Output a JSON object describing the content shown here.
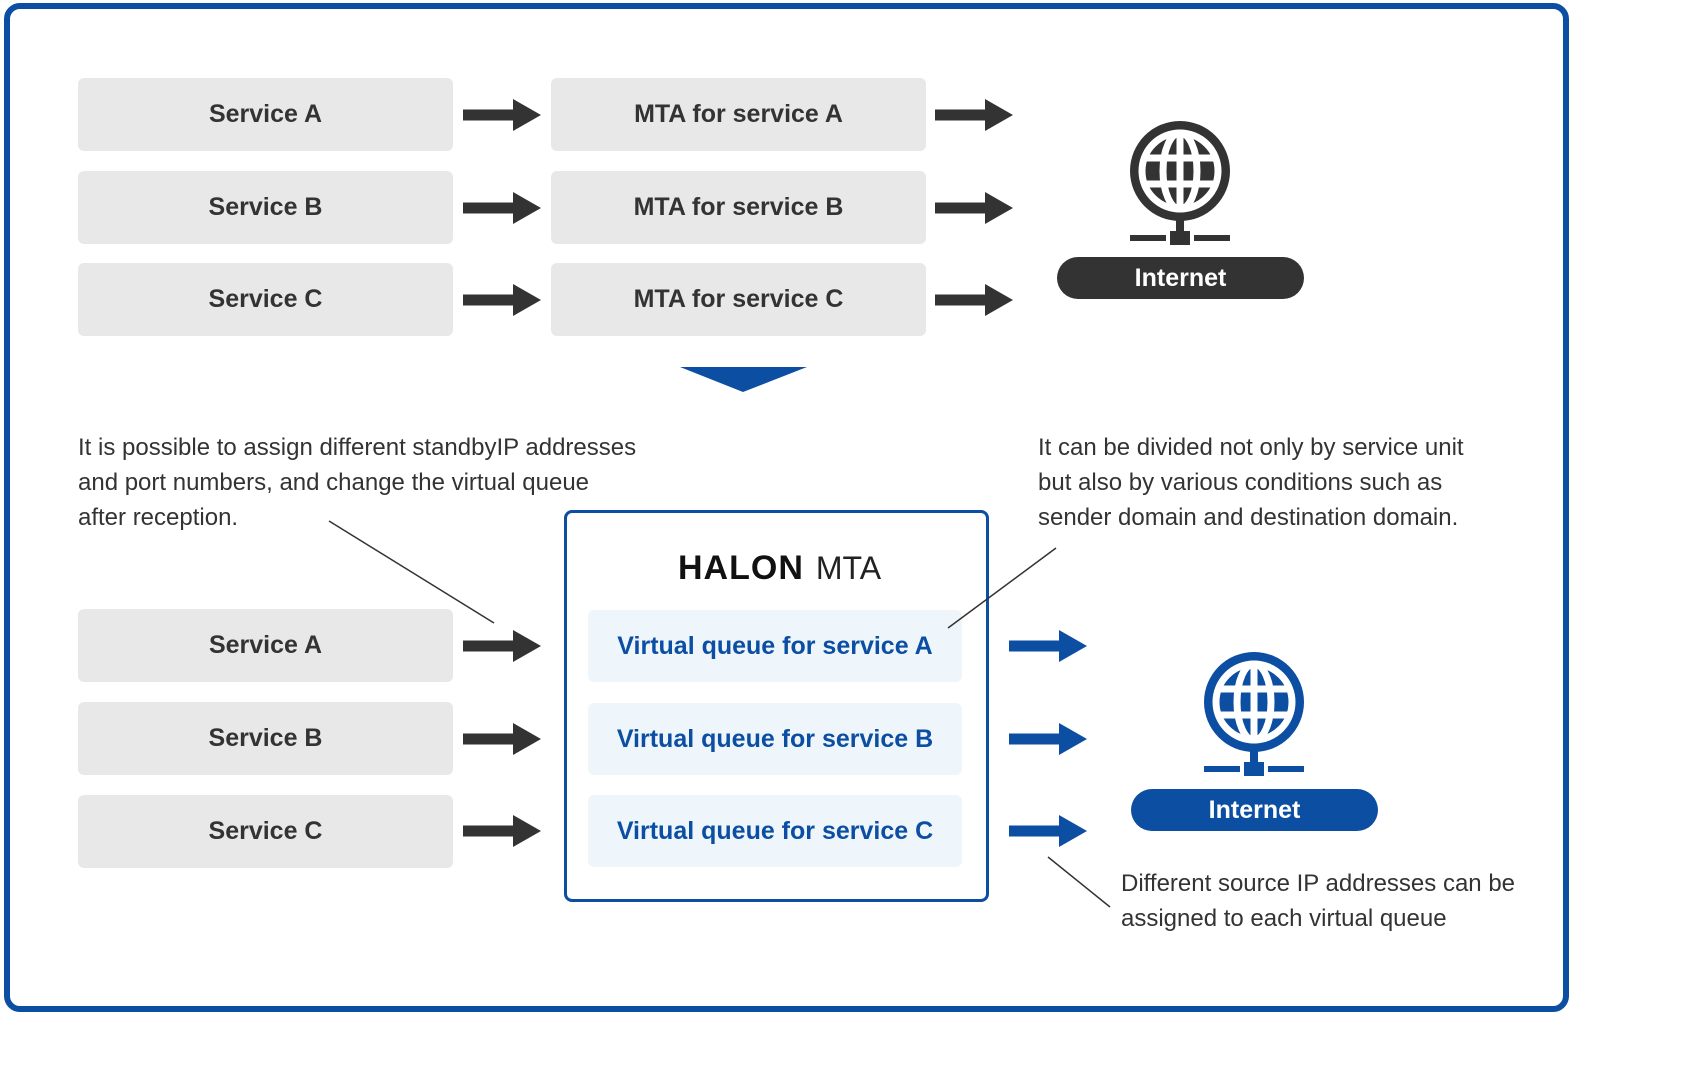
{
  "top_section": {
    "services": [
      "Service A",
      "Service B",
      "Service C"
    ],
    "mtas": [
      "MTA for service A",
      "MTA for service B",
      "MTA for service C"
    ],
    "internet_label": "Internet"
  },
  "bottom_section": {
    "services": [
      "Service A",
      "Service B",
      "Service C"
    ],
    "halon_logo": {
      "brand": "HALON",
      "product": "MTA"
    },
    "virtual_queues": [
      "Virtual queue for service A",
      "Virtual queue for service B",
      "Virtual queue for service C"
    ],
    "internet_label": "Internet"
  },
  "notes": {
    "left": [
      "It is possible to assign different standbyIP addresses",
      "and port numbers, and change the virtual queue",
      "after reception."
    ],
    "right": [
      "It can be divided not only by service unit",
      "but also by various conditions such as",
      "sender domain and destination domain."
    ],
    "bottom_right": [
      "Different source IP addresses can be",
      "assigned to each virtual queue"
    ]
  },
  "colors": {
    "frame": "#0b4ea2",
    "box_gray": "#e8e8e8",
    "arrow_dark": "#333333",
    "accent_blue": "#0b4ea2",
    "queue_bg": "#eef6fc"
  },
  "icons": {
    "top_globe": "globe-network-icon",
    "bottom_globe": "globe-network-icon",
    "transition": "down-chevron-icon"
  }
}
